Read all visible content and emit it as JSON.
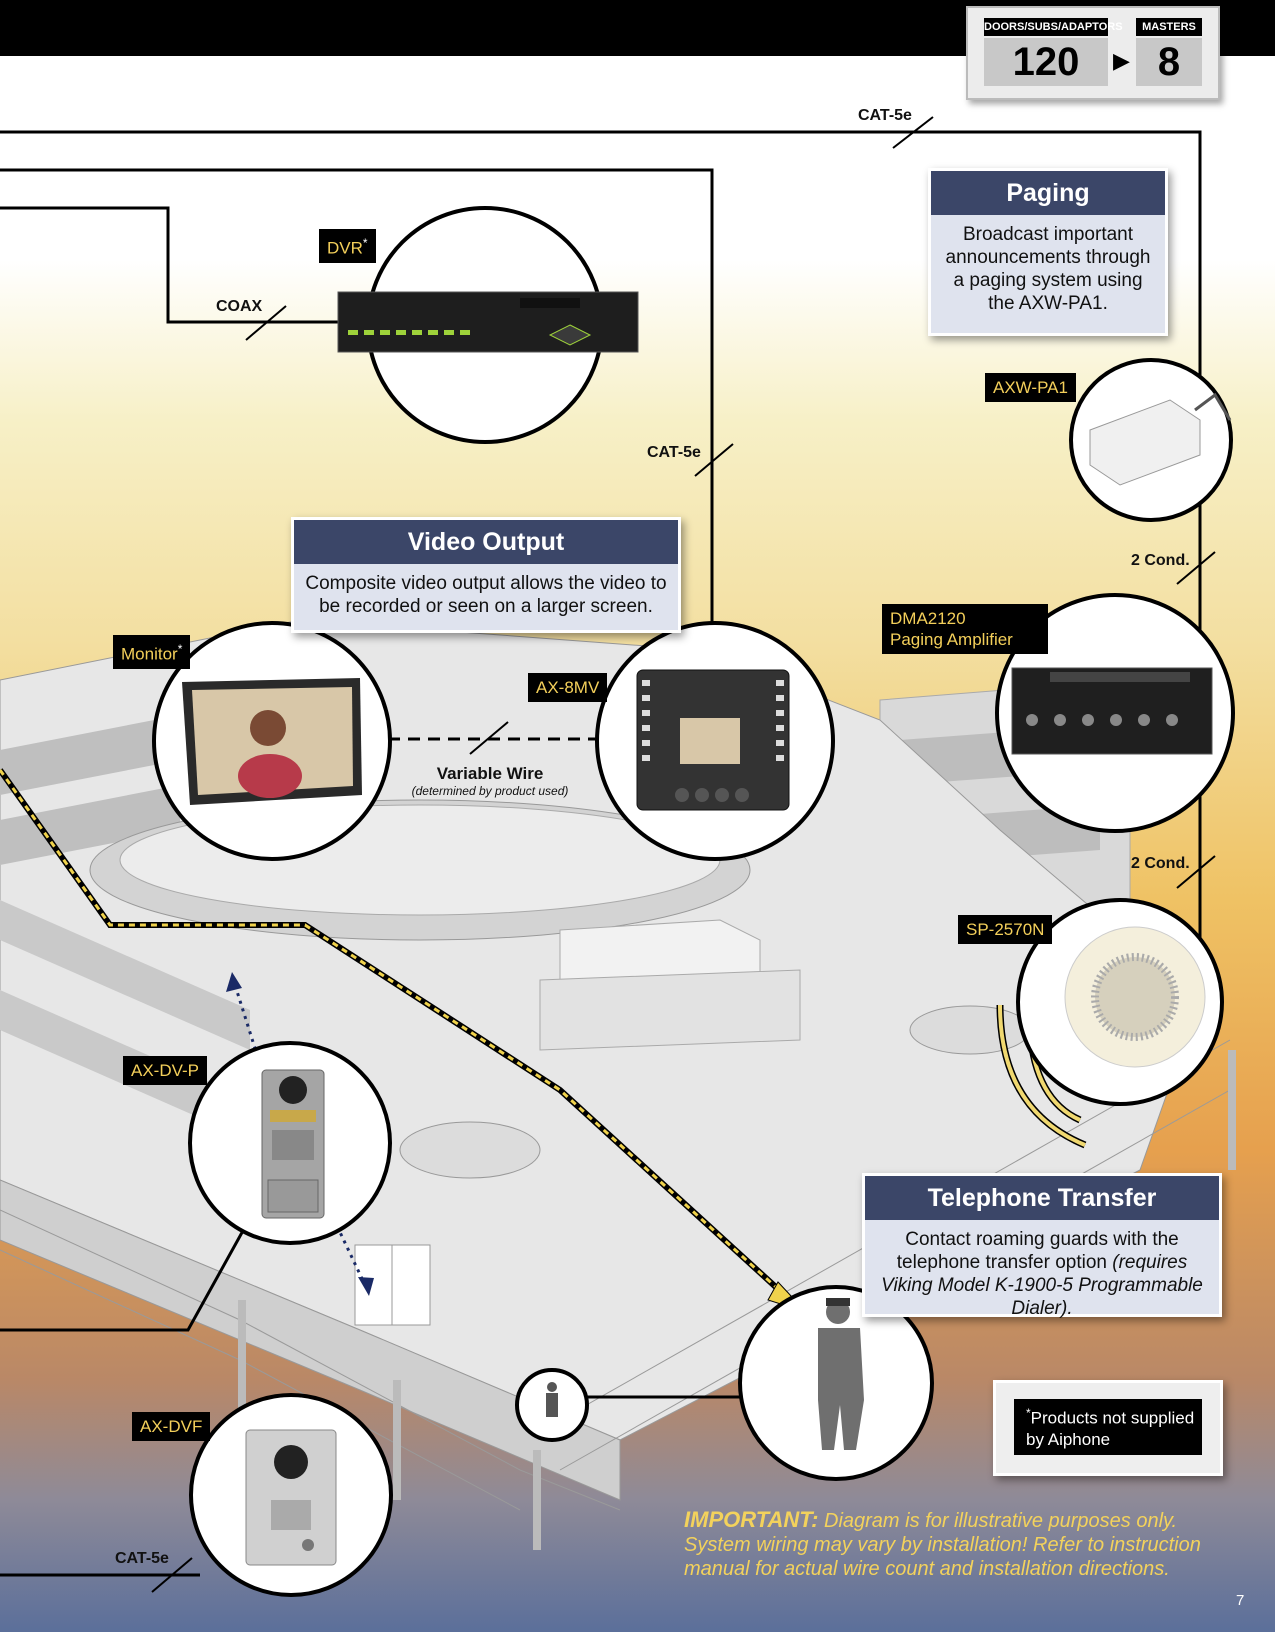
{
  "counter": {
    "left_label": "DOORS/SUBS/ADAPTORS",
    "left_value": "120",
    "right_label": "MASTERS",
    "right_value": "8"
  },
  "wire_labels": {
    "cat5e_top": "CAT-5e",
    "coax": "COAX",
    "cat5e_mid": "CAT-5e",
    "two_cond_a": "2 Cond.",
    "two_cond_b": "2 Cond.",
    "cat5e_bottom": "CAT-5e",
    "variable_wire": "Variable Wire",
    "variable_wire_note": "(determined by product used)"
  },
  "device_tags": {
    "dvr": "DVR",
    "monitor": "Monitor",
    "ax8mv": "AX-8MV",
    "axwpa1": "AXW-PA1",
    "dma_line1": "DMA2120",
    "dma_line2": "Paging Amplifier",
    "sp2570n": "SP-2570N",
    "axdvp": "AX-DV-P",
    "axdvf": "AX-DVF",
    "asterisk": "*"
  },
  "callouts": {
    "paging": {
      "title": "Paging",
      "body": "Broadcast important announcements through a paging system using the AXW-PA1."
    },
    "video_output": {
      "title": "Video Output",
      "body": "Composite video output allows the video to be recorded or seen on a larger screen."
    },
    "telephone_transfer": {
      "title": "Telephone Transfer",
      "body": "Contact roaming guards with the telephone transfer option",
      "body_italic": "(requires Viking Model K-1900-5 Programmable Dialer)."
    }
  },
  "footnote": {
    "asterisk": "*",
    "text": "Products not supplied by Aiphone"
  },
  "important": {
    "label": "IMPORTANT:",
    "text": "Diagram is for illustrative purposes only. System wiring may vary by installation! Refer to instruction manual for actual wire count and installation directions."
  },
  "page_number": "7"
}
